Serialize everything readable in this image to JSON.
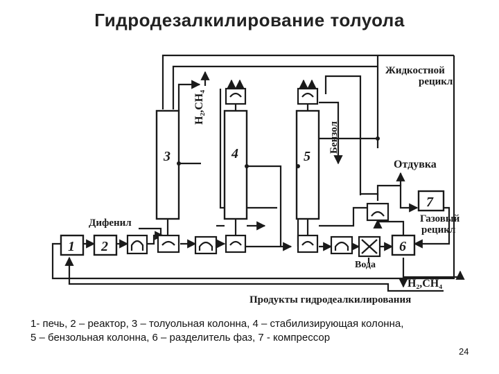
{
  "title": "Гидродезалкилирование толуола",
  "diagram": {
    "units": {
      "u1": "1",
      "u2": "2",
      "u3": "3",
      "u4": "4",
      "u5": "5",
      "u6": "6",
      "u7": "7"
    },
    "labels": {
      "h2ch4_top": "H₂,CH₄",
      "benzol": "Бензол",
      "liquid_recycle_1": "Жидкостной",
      "liquid_recycle_2": "рецикл",
      "otduvka": "Отдувка",
      "gas_recycle_1": "Газовый",
      "gas_recycle_2": "рецикл",
      "difenil": "Дифенил",
      "voda": "Вода",
      "h2ch4_bottom": "H₂,CH₄",
      "products": "Продукты гидродеалкилирования"
    }
  },
  "caption": {
    "line1": "1- печь, 2 – реактор, 3 – толуольная колонна, 4 – стабилизирующая колонна,",
    "line2": "5 – бензольная колонна, 6 – разделитель фаз, 7 - компрессор"
  },
  "page_number": "24"
}
